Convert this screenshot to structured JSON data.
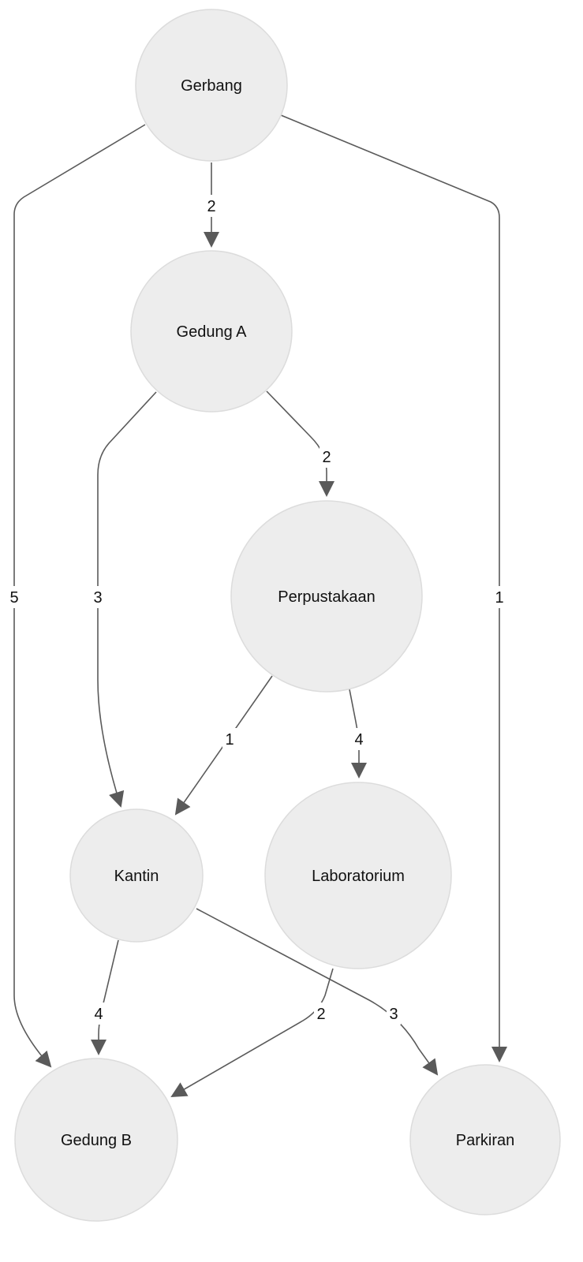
{
  "nodes": [
    {
      "id": "gerbang",
      "label": "Gerbang"
    },
    {
      "id": "gedung_a",
      "label": "Gedung A"
    },
    {
      "id": "perpustakaan",
      "label": "Perpustakaan"
    },
    {
      "id": "kantin",
      "label": "Kantin"
    },
    {
      "id": "laboratorium",
      "label": "Laboratorium"
    },
    {
      "id": "gedung_b",
      "label": "Gedung B"
    },
    {
      "id": "parkiran",
      "label": "Parkiran"
    }
  ],
  "edges": [
    {
      "from": "gerbang",
      "to": "gedung_b",
      "weight": "5"
    },
    {
      "from": "gerbang",
      "to": "gedung_a",
      "weight": "2"
    },
    {
      "from": "gerbang",
      "to": "parkiran",
      "weight": "1"
    },
    {
      "from": "gedung_a",
      "to": "kantin",
      "weight": "3"
    },
    {
      "from": "gedung_a",
      "to": "perpustakaan",
      "weight": "2"
    },
    {
      "from": "perpustakaan",
      "to": "kantin",
      "weight": "1"
    },
    {
      "from": "perpustakaan",
      "to": "laboratorium",
      "weight": "4"
    },
    {
      "from": "kantin",
      "to": "gedung_b",
      "weight": "4"
    },
    {
      "from": "kantin",
      "to": "parkiran",
      "weight": "3"
    },
    {
      "from": "laboratorium",
      "to": "gedung_b",
      "weight": "2"
    }
  ],
  "colors": {
    "node_fill": "#ededed",
    "node_stroke": "#dcdcdc",
    "edge": "#5a5a5a",
    "text": "#111111"
  }
}
